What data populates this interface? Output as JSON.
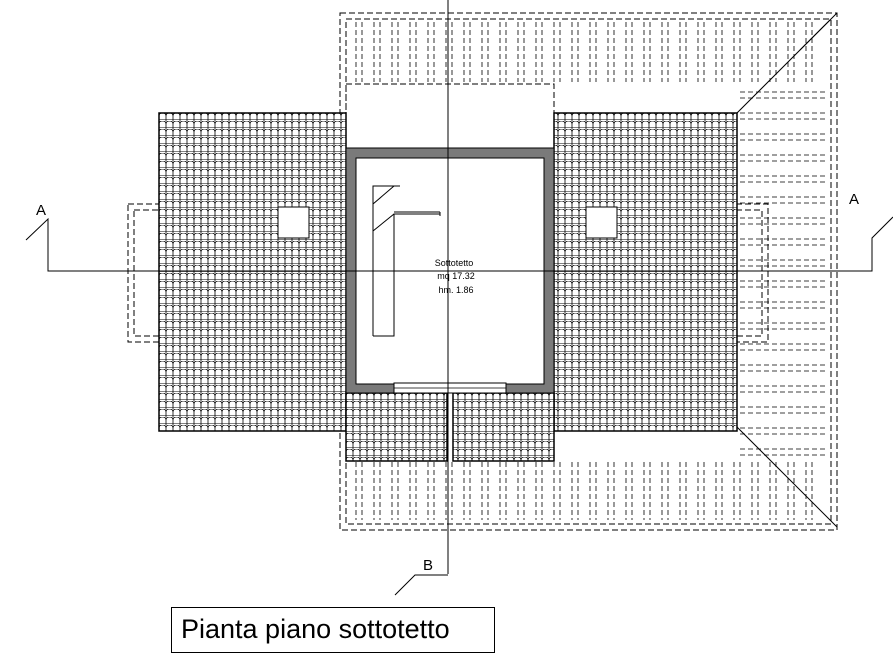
{
  "drawing": {
    "title": "Pianta piano sottotetto",
    "section_marks": {
      "a_left": "A",
      "a_right": "A",
      "b": "B"
    },
    "room": {
      "name": "Sottotetto",
      "area": "mq 17.32",
      "height": "hm. 1.86"
    }
  },
  "colors": {
    "line": "#000000",
    "wall": "#7a7a7a",
    "background": "#ffffff"
  }
}
